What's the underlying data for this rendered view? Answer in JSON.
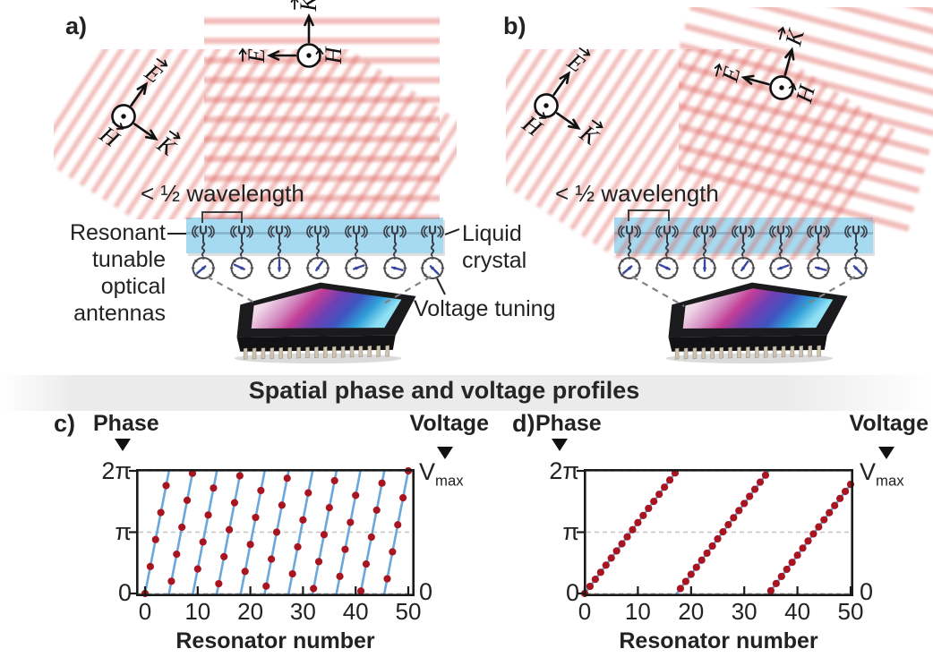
{
  "figure_title": "Spatial phase and voltage profiles",
  "panels": {
    "a": {
      "label": "a)",
      "wavelength_note": "< ½ wavelength",
      "antenna_caption": [
        "Resonant",
        "tunable",
        "optical",
        "antennas"
      ],
      "liquid_crystal_caption": [
        "Liquid",
        "crystal"
      ],
      "voltage_caption": "Voltage tuning"
    },
    "b": {
      "label": "b)",
      "wavelength_note": "< ½ wavelength"
    }
  },
  "vectors": {
    "E": "E",
    "K": "K",
    "H": "H"
  },
  "array": {
    "antennas_per_panel": 7,
    "dial_needle_angles_deg": [
      -130,
      -65,
      0,
      35,
      70,
      105,
      135
    ]
  },
  "colors": {
    "beam": "#e2645f",
    "bar": "#a6daf0",
    "line": "#6ba7d9",
    "dot": "#a8141f",
    "needle": "#3947a0",
    "grid": "#c4c4c4",
    "frame": "#1a1a1a"
  },
  "chart_data": [
    {
      "id": "c",
      "type": "scatter",
      "panel_label": "c)",
      "left_axis_label": "Phase",
      "right_axis_label": "Voltage",
      "xlabel": "Resonator number",
      "x_ticks": [
        0,
        10,
        20,
        30,
        40,
        50
      ],
      "xlim": [
        0,
        50
      ],
      "y_tick_labels": [
        "0",
        "π",
        "2π"
      ],
      "right_tick_top_base": "V",
      "right_tick_top_sub": "max",
      "right_tick_bottom": "0",
      "grid": "dashed at 0, π, 2π",
      "sawtooth_period_resonators": 4.55,
      "line_segments": [
        [
          0,
          0,
          4.55,
          1
        ],
        [
          4.55,
          0,
          9.09,
          1
        ],
        [
          9.09,
          0,
          13.64,
          1
        ],
        [
          13.64,
          0,
          18.18,
          1
        ],
        [
          18.18,
          0,
          22.73,
          1
        ],
        [
          22.73,
          0,
          27.27,
          1
        ],
        [
          27.27,
          0,
          31.82,
          1
        ],
        [
          31.82,
          0,
          36.36,
          1
        ],
        [
          36.36,
          0,
          40.91,
          1
        ],
        [
          40.91,
          0,
          45.45,
          1
        ],
        [
          45.45,
          0,
          50,
          1
        ]
      ],
      "x": [
        0,
        1,
        2,
        3,
        4,
        5,
        6,
        7,
        8,
        9,
        10,
        11,
        12,
        13,
        14,
        15,
        16,
        17,
        18,
        19,
        20,
        21,
        22,
        23,
        24,
        25,
        26,
        27,
        28,
        29,
        30,
        31,
        32,
        33,
        34,
        35,
        36,
        37,
        38,
        39,
        40,
        41,
        42,
        43,
        44,
        45,
        46,
        47,
        48,
        49,
        50
      ],
      "phase_over_2pi": [
        0,
        0.22,
        0.44,
        0.66,
        0.88,
        0.1,
        0.32,
        0.54,
        0.76,
        0.98,
        0.2,
        0.42,
        0.64,
        0.86,
        0.08,
        0.3,
        0.52,
        0.74,
        0.96,
        0.18,
        0.4,
        0.62,
        0.84,
        0.06,
        0.28,
        0.5,
        0.72,
        0.94,
        0.16,
        0.38,
        0.6,
        0.82,
        0.04,
        0.26,
        0.48,
        0.7,
        0.92,
        0.14,
        0.36,
        0.58,
        0.8,
        0.02,
        0.24,
        0.46,
        0.68,
        0.9,
        0.12,
        0.34,
        0.56,
        0.78,
        1.0
      ]
    },
    {
      "id": "d",
      "type": "scatter",
      "panel_label": "d)",
      "left_axis_label": "Phase",
      "right_axis_label": "Voltage",
      "xlabel": "Resonator number",
      "x_ticks": [
        0,
        10,
        20,
        30,
        40,
        50
      ],
      "xlim": [
        0,
        50
      ],
      "y_tick_labels": [
        "0",
        "π",
        "2π"
      ],
      "right_tick_top_base": "V",
      "right_tick_top_sub": "max",
      "right_tick_bottom": "0",
      "grid": "dashed at 0, π, 2π",
      "sawtooth_period_resonators": 17.3,
      "line_segments": [
        [
          0,
          0,
          17.3,
          1
        ],
        [
          17.3,
          0,
          34.6,
          1
        ],
        [
          34.6,
          0,
          50,
          0.89
        ]
      ],
      "x": [
        0,
        1,
        2,
        3,
        4,
        5,
        6,
        7,
        8,
        9,
        10,
        11,
        12,
        13,
        14,
        15,
        16,
        17,
        18,
        19,
        20,
        21,
        22,
        23,
        24,
        25,
        26,
        27,
        28,
        29,
        30,
        31,
        32,
        33,
        34,
        35,
        36,
        37,
        38,
        39,
        40,
        41,
        42,
        43,
        44,
        45,
        46,
        47,
        48,
        49,
        50
      ],
      "phase_over_2pi": [
        0,
        0.058,
        0.116,
        0.173,
        0.231,
        0.289,
        0.347,
        0.405,
        0.462,
        0.52,
        0.578,
        0.636,
        0.694,
        0.751,
        0.809,
        0.867,
        0.925,
        0.983,
        0.04,
        0.098,
        0.156,
        0.214,
        0.272,
        0.329,
        0.387,
        0.445,
        0.503,
        0.561,
        0.618,
        0.676,
        0.734,
        0.792,
        0.85,
        0.908,
        0.965,
        0.023,
        0.081,
        0.139,
        0.197,
        0.254,
        0.312,
        0.37,
        0.428,
        0.486,
        0.543,
        0.601,
        0.659,
        0.717,
        0.775,
        0.832,
        0.89
      ]
    }
  ]
}
